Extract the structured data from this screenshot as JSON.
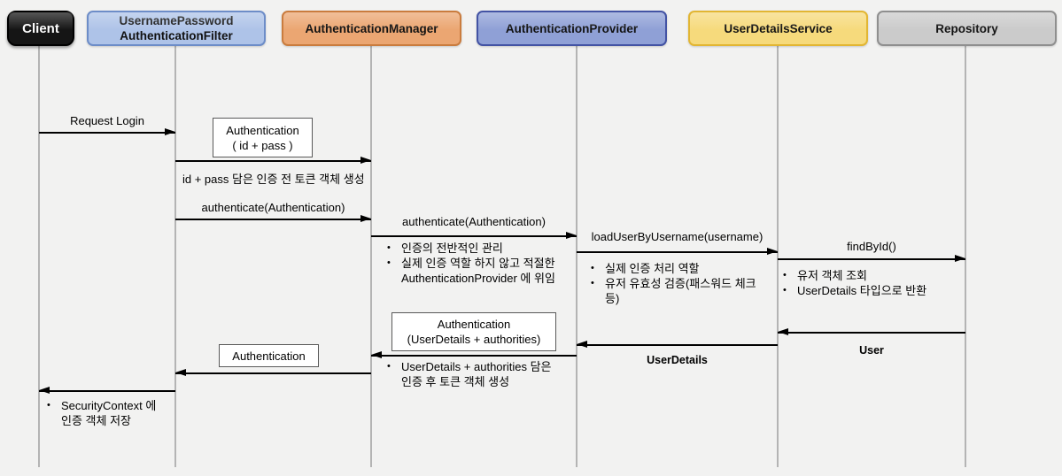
{
  "diagram": {
    "background": "#f2f2f1",
    "lifeline_color": "#b4b4b4",
    "arrow_color": "#000000"
  },
  "participants": {
    "client": {
      "label": "Client",
      "fill": "#151515",
      "border": "#000000"
    },
    "filter": {
      "line1": "UsernamePassword",
      "line2": "AuthenticationFilter",
      "fill": "#aec3e8",
      "border": "#6d8dc8"
    },
    "manager": {
      "label": "AuthenticationManager",
      "fill": "#eba672",
      "border": "#ca7c3e"
    },
    "provider": {
      "label": "AuthenticationProvider",
      "fill": "#8fa0d6",
      "border": "#4353a4"
    },
    "uds": {
      "label": "UserDetailsService",
      "fill": "#f6da7c",
      "border": "#e2b633"
    },
    "repo": {
      "label": "Repository",
      "fill": "#cbcbcb",
      "border": "#8f8f8f"
    }
  },
  "messages": {
    "request_login": {
      "label": "Request Login"
    },
    "create_pre_token": {
      "box_line1": "Authentication",
      "box_line2": "( id + pass )",
      "caption": "id + pass 담은 인증 전 토큰 객체 생성"
    },
    "authenticate_to_manager": {
      "label": "authenticate(Authentication)"
    },
    "authenticate_to_provider": {
      "label": "authenticate(Authentication)",
      "bullet1": "인증의 전반적인 관리",
      "bullet2": "실제 인증 역할 하지 않고 적절한\nAuthenticationProvider 에 위임"
    },
    "load_user": {
      "label": "loadUserByUsername(username)",
      "bullet1": "실제 인증 처리 역할",
      "bullet2": "유저 유효성 검증(패스워드 체크\n등)"
    },
    "find_by_id": {
      "label": "findById()",
      "bullet1": "유저 객체 조회",
      "bullet2": "UserDetails 타입으로 반환"
    },
    "return_user": {
      "label": "User"
    },
    "return_user_details": {
      "label": "UserDetails"
    },
    "return_authentication": {
      "box_line1": "Authentication",
      "box_line2": "(UserDetails + authorities)",
      "bullet": "UserDetails + authorities 담은\n인증 후 토큰 객체 생성"
    },
    "return_to_filter": {
      "box_label": "Authentication"
    },
    "return_to_client": {
      "bullet": "SecurityContext 에\n인증 객체 저장"
    }
  }
}
